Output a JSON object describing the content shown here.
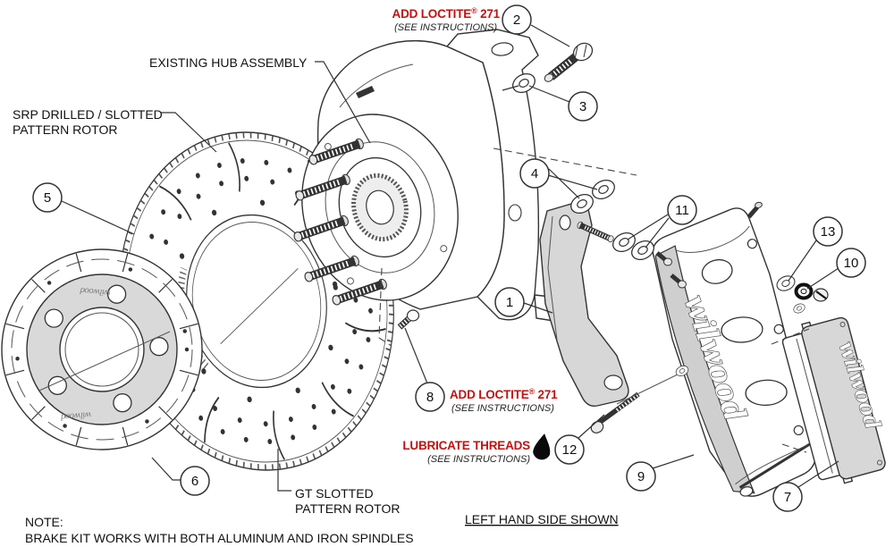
{
  "diagram": {
    "labels": {
      "loctite": {
        "pre": "ADD LOCTITE",
        "reg": "®",
        "num": " 271"
      },
      "see_instructions": "(SEE INSTRUCTIONS)",
      "lubricate": "LUBRICATE THREADS",
      "existing_hub": "EXISTING HUB ASSEMBLY",
      "srp_line1": "SRP DRILLED / SLOTTED",
      "srp_line2": "PATTERN ROTOR",
      "gt_line1": "GT SLOTTED",
      "gt_line2": "PATTERN ROTOR",
      "left_hand_side": "LEFT HAND SIDE SHOWN",
      "note_line1": "NOTE:",
      "note_line2": "BRAKE KIT WORKS WITH BOTH ALUMINUM AND IRON SPINDLES",
      "brand_script": "wilwood"
    },
    "callouts": [
      {
        "n": "1"
      },
      {
        "n": "2"
      },
      {
        "n": "3"
      },
      {
        "n": "4"
      },
      {
        "n": "5"
      },
      {
        "n": "6"
      },
      {
        "n": "7"
      },
      {
        "n": "8"
      },
      {
        "n": "9"
      },
      {
        "n": "10"
      },
      {
        "n": "11"
      },
      {
        "n": "12"
      },
      {
        "n": "13"
      }
    ],
    "colors": {
      "warning_red": "#c11212",
      "line": "#333333",
      "metal_gray": "#d7d7d7",
      "drop_black": "#0a0a0a"
    }
  }
}
